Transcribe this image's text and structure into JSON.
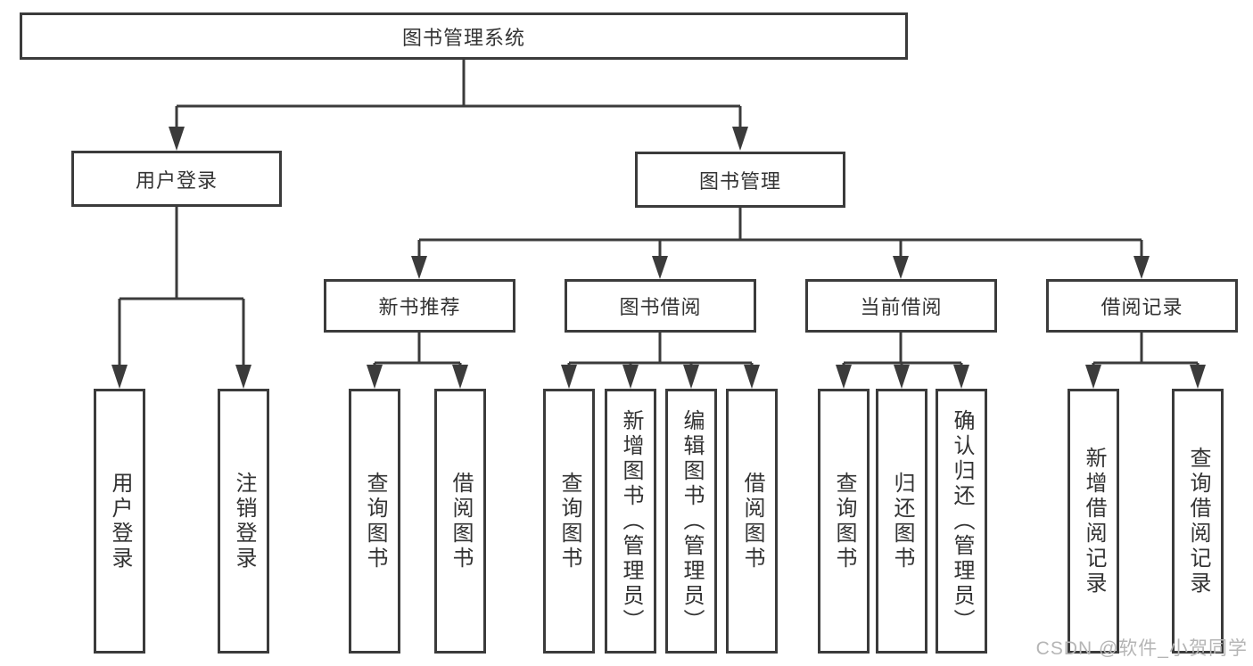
{
  "diagram": {
    "title": "图书管理系统",
    "root": {
      "label": "图书管理系统"
    },
    "level2": [
      {
        "id": "user-login",
        "label": "用户登录"
      },
      {
        "id": "book-management",
        "label": "图书管理"
      }
    ],
    "level3": [
      {
        "id": "new-book-recommend",
        "parent": "book-management",
        "label": "新书推荐"
      },
      {
        "id": "book-borrow",
        "parent": "book-management",
        "label": "图书借阅"
      },
      {
        "id": "current-borrow",
        "parent": "book-management",
        "label": "当前借阅"
      },
      {
        "id": "borrow-record",
        "parent": "book-management",
        "label": "借阅记录"
      }
    ],
    "leaves": [
      {
        "parent": "user-login",
        "label": "用户登录"
      },
      {
        "parent": "user-login",
        "label": "注销登录"
      },
      {
        "parent": "new-book-recommend",
        "label": "查询图书"
      },
      {
        "parent": "new-book-recommend",
        "label": "借阅图书"
      },
      {
        "parent": "book-borrow",
        "label": "查询图书"
      },
      {
        "parent": "book-borrow",
        "label": "新增图书（管理员）"
      },
      {
        "parent": "book-borrow",
        "label": "编辑图书（管理员）"
      },
      {
        "parent": "book-borrow",
        "label": "借阅图书"
      },
      {
        "parent": "current-borrow",
        "label": "查询图书"
      },
      {
        "parent": "current-borrow",
        "label": "归还图书"
      },
      {
        "parent": "current-borrow",
        "label": "确认归还（管理员）"
      },
      {
        "parent": "borrow-record",
        "label": "新增借阅记录"
      },
      {
        "parent": "borrow-record",
        "label": "查询借阅记录"
      }
    ],
    "colors": {
      "border": "#3b3b3b",
      "line": "#3b3b3b",
      "text": "#333333",
      "background": "#ffffff",
      "watermark": "#b5b5b5"
    }
  },
  "watermark": {
    "text": "CSDN @软件_小贺同学"
  }
}
